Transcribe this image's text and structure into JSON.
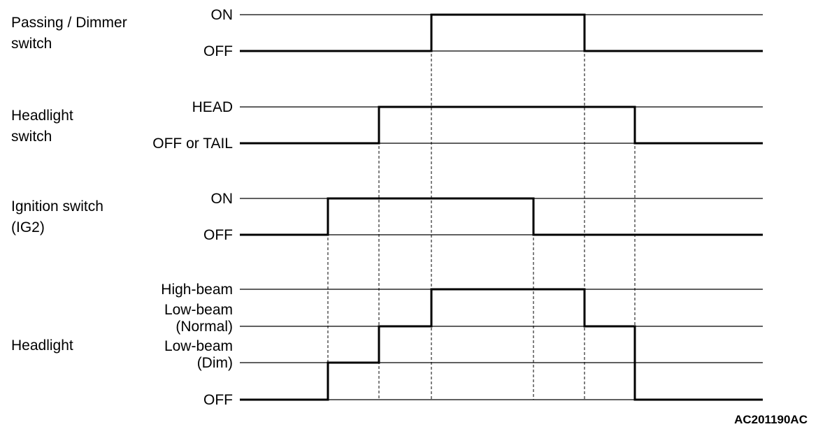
{
  "signals": [
    {
      "id": "passing-dimmer",
      "label_lines": [
        "Passing / Dimmer",
        "switch"
      ],
      "levels": [
        "ON",
        "OFF"
      ],
      "waveform": [
        {
          "t": "start",
          "level": "OFF"
        },
        {
          "t": "t3",
          "level": "ON"
        },
        {
          "t": "t5",
          "level": "OFF"
        }
      ]
    },
    {
      "id": "headlight-switch",
      "label_lines": [
        "Headlight",
        "switch"
      ],
      "levels": [
        "HEAD",
        "OFF or TAIL"
      ],
      "waveform": [
        {
          "t": "start",
          "level": "OFF or TAIL"
        },
        {
          "t": "t2",
          "level": "HEAD"
        },
        {
          "t": "t6",
          "level": "OFF or TAIL"
        }
      ]
    },
    {
      "id": "ignition-switch",
      "label_lines": [
        "Ignition switch",
        "(IG2)"
      ],
      "levels": [
        "ON",
        "OFF"
      ],
      "waveform": [
        {
          "t": "start",
          "level": "OFF"
        },
        {
          "t": "t1",
          "level": "ON"
        },
        {
          "t": "t4",
          "level": "OFF"
        }
      ]
    },
    {
      "id": "headlight",
      "label_lines": [
        "Headlight"
      ],
      "levels": [
        "High-beam",
        "Low-beam (Normal)",
        "Low-beam (Dim)",
        "OFF"
      ],
      "level_label_lines": [
        [
          "High-beam"
        ],
        [
          "Low-beam",
          "(Normal)"
        ],
        [
          "Low-beam",
          "(Dim)"
        ],
        [
          "OFF"
        ]
      ],
      "waveform": [
        {
          "t": "start",
          "level": "OFF"
        },
        {
          "t": "t1",
          "level": "Low-beam (Dim)"
        },
        {
          "t": "t2",
          "level": "Low-beam (Normal)"
        },
        {
          "t": "t3",
          "level": "High-beam"
        },
        {
          "t": "t5",
          "level": "Low-beam (Normal)"
        },
        {
          "t": "t6",
          "level": "OFF"
        }
      ]
    }
  ],
  "reference_code": "AC201190AC"
}
